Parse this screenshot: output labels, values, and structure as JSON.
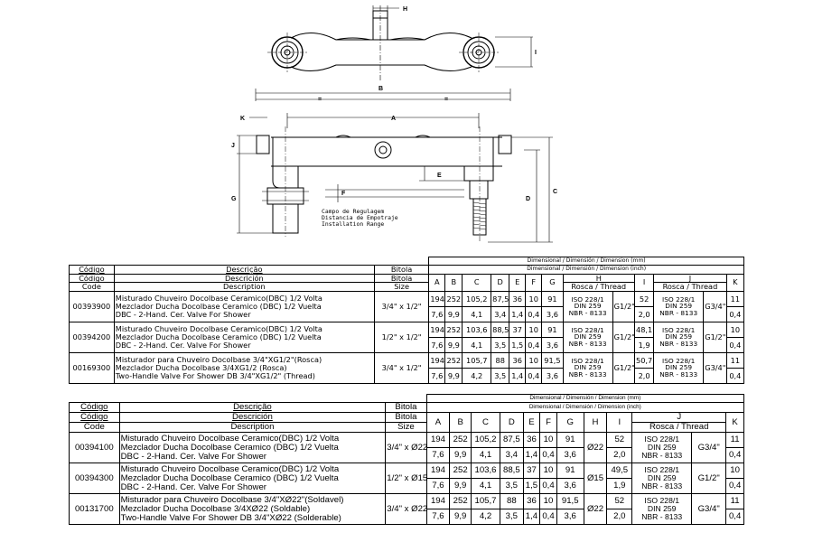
{
  "drawing": {
    "dim_labels": {
      "H": "H",
      "I": "I",
      "B": "B",
      "A": "A",
      "K": "K",
      "J": "J",
      "G": "G",
      "C": "C",
      "D": "D",
      "E": "E",
      "F": "F",
      "equal": "="
    },
    "note": [
      "Campo de Regulagem",
      "Distancia de Empotraje",
      "Installation Range"
    ]
  },
  "table1": {
    "dim_header_1": "Dimensional / Dimensión / Dimension (mm)",
    "dim_header_2": "Dimensional / Dimensión / Dimension (inch)",
    "head": {
      "codigo_pt": "Código",
      "codigo_es": "Código",
      "code_en": "Code",
      "desc_pt": "Descrição",
      "desc_es": "Descrición",
      "desc_en": "Description",
      "bitola_pt": "Bitola",
      "bitola_es": "Bitola",
      "size_en": "Size",
      "cols": [
        "A",
        "B",
        "C",
        "D",
        "E",
        "F",
        "G",
        "H",
        "I",
        "J",
        "K"
      ],
      "h_sub": "Rosca / Thread",
      "j_sub": "Rosca / Thread"
    },
    "rows": [
      {
        "code": "00393900",
        "desc": [
          "Misturado Chuveiro Docolbase Ceramico(DBC) 1/2 Volta",
          "Mezclador Ducha Docolbase Ceramico (DBC) 1/2 Vuelta",
          "DBC - 2-Hand. Cer. Valve For Shower"
        ],
        "size": "3/4\" x 1/2\"",
        "mm": [
          "194",
          "252",
          "105,2",
          "87,5",
          "36",
          "10",
          "91"
        ],
        "inch": [
          "7,6",
          "9,9",
          "4,1",
          "3,4",
          "1,4",
          "0,4",
          "3,6"
        ],
        "h_std": [
          "ISO 228/1",
          "DIN 259",
          "NBR - 8133"
        ],
        "h_thread": "G1/2\"",
        "i_mm": "52",
        "i_inch": "2,0",
        "j_std": [
          "ISO 228/1",
          "DIN 259",
          "NBR - 8133"
        ],
        "j_thread": "G3/4\"",
        "k_mm": "11",
        "k_inch": "0,4"
      },
      {
        "code": "00394200",
        "desc": [
          "Misturado Chuveiro Docolbase Ceramico(DBC) 1/2 Volta",
          "Mezclador Ducha Docolbase Ceramico (DBC) 1/2 Vuelta",
          "DBC - 2-Hand. Cer. Valve For Shower"
        ],
        "size": "1/2\" x 1/2\"",
        "mm": [
          "194",
          "252",
          "103,6",
          "88,5",
          "37",
          "10",
          "91"
        ],
        "inch": [
          "7,6",
          "9,9",
          "4,1",
          "3,5",
          "1,5",
          "0,4",
          "3,6"
        ],
        "h_std": [
          "ISO 228/1",
          "DIN 259",
          "NBR - 8133"
        ],
        "h_thread": "G1/2\"",
        "i_mm": "48,1",
        "i_inch": "1,9",
        "j_std": [
          "ISO 228/1",
          "DIN 259",
          "NBR - 8133"
        ],
        "j_thread": "G1/2\"",
        "k_mm": "10",
        "k_inch": "0,4"
      },
      {
        "code": "00169300",
        "desc": [
          "Misturador para Chuveiro Docolbase 3/4\"XG1/2\"(Rosca)",
          "Mezclador Ducha Docolbase 3/4XG1/2 (Rosca)",
          "Two-Handle Valve For Shower DB 3/4\"XG1/2\" (Thread)"
        ],
        "size": "3/4\" x 1/2\"",
        "mm": [
          "194",
          "252",
          "105,7",
          "88",
          "36",
          "10",
          "91,5"
        ],
        "inch": [
          "7,6",
          "9,9",
          "4,2",
          "3,5",
          "1,4",
          "0,4",
          "3,6"
        ],
        "h_std": [
          "ISO 228/1",
          "DIN 259",
          "NBR - 8133"
        ],
        "h_thread": "G1/2\"",
        "i_mm": "50,7",
        "i_inch": "2,0",
        "j_std": [
          "ISO 228/1",
          "DIN 259",
          "NBR - 8133"
        ],
        "j_thread": "G3/4\"",
        "k_mm": "11",
        "k_inch": "0,4"
      }
    ]
  },
  "table2": {
    "dim_header_1": "Dimensional / Dimensión / Dimension (mm)",
    "dim_header_2": "Dimensional / Dimensión / Dimension (inch)",
    "head": {
      "codigo_pt": "Código",
      "codigo_es": "Código",
      "code_en": "Code",
      "desc_pt": "Descrição",
      "desc_es": "Descrición",
      "desc_en": "Description",
      "bitola_pt": "Bitola",
      "bitola_es": "Bitola",
      "size_en": "Size",
      "cols": [
        "A",
        "B",
        "C",
        "D",
        "E",
        "F",
        "G",
        "H",
        "I",
        "J",
        "K"
      ],
      "j_sub": "Rosca / Thread"
    },
    "rows": [
      {
        "code": "00394100",
        "desc": [
          "Misturado Chuveiro Docolbase Ceramico(DBC) 1/2 Volta",
          "Mezclador Ducha Docolbase Ceramico (DBC) 1/2 Vuelta",
          "DBC - 2-Hand. Cer. Valve For Shower"
        ],
        "size": "3/4\" x Ø22",
        "mm": [
          "194",
          "252",
          "105,2",
          "87,5",
          "36",
          "10",
          "91"
        ],
        "inch": [
          "7,6",
          "9,9",
          "4,1",
          "3,4",
          "1,4",
          "0,4",
          "3,6"
        ],
        "h": "Ø22",
        "i_mm": "52",
        "i_inch": "2,0",
        "j_std": [
          "ISO 228/1",
          "DIN 259",
          "NBR - 8133"
        ],
        "j_thread": "G3/4\"",
        "k_mm": "11",
        "k_inch": "0,4"
      },
      {
        "code": "00394300",
        "desc": [
          "Misturado Chuveiro Docolbase Ceramico(DBC) 1/2 Volta",
          "Mezclador Ducha Docolbase Ceramico (DBC) 1/2 Vuelta",
          "DBC - 2-Hand. Cer. Valve For Shower"
        ],
        "size": "1/2\" x Ø15",
        "mm": [
          "194",
          "252",
          "103,6",
          "88,5",
          "37",
          "10",
          "91"
        ],
        "inch": [
          "7,6",
          "9,9",
          "4,1",
          "3,5",
          "1,5",
          "0,4",
          "3,6"
        ],
        "h": "Ø15",
        "i_mm": "49,5",
        "i_inch": "1,9",
        "j_std": [
          "ISO 228/1",
          "DIN 259",
          "NBR - 8133"
        ],
        "j_thread": "G1/2\"",
        "k_mm": "10",
        "k_inch": "0,4"
      },
      {
        "code": "00131700",
        "desc": [
          "Misturador para Chuveiro Docolbase 3/4\"XØ22\"(Soldavel)",
          "Mezclador Ducha Docolbase 3/4XØ22 (Soldable)",
          "Two-Handle Valve For Shower DB 3/4\"XØ22 (Solderable)"
        ],
        "size": "3/4\" x Ø22",
        "mm": [
          "194",
          "252",
          "105,7",
          "88",
          "36",
          "10",
          "91,5"
        ],
        "inch": [
          "7,6",
          "9,9",
          "4,2",
          "3,5",
          "1,4",
          "0,4",
          "3,6"
        ],
        "h": "Ø22",
        "i_mm": "52",
        "i_inch": "2,0",
        "j_std": [
          "ISO 228/1",
          "DIN 259",
          "NBR - 8133"
        ],
        "j_thread": "G3/4\"",
        "k_mm": "11",
        "k_inch": "0,4"
      }
    ]
  }
}
